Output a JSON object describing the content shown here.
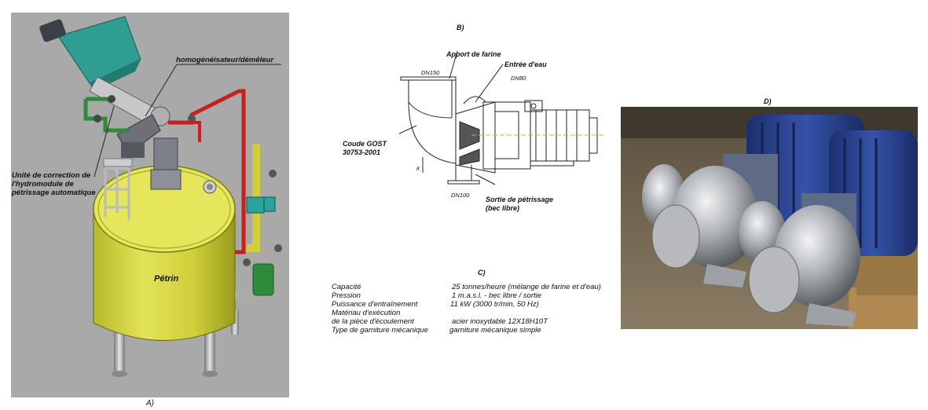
{
  "panel_a": {
    "caption": "A)",
    "label_homogenizer": "homogénéisateur/démêleur",
    "label_unit_line1": "Unité de correction de",
    "label_unit_line2": "l'hydromodule de",
    "label_unit_line3": "pétrissage automatique",
    "label_tank": "Pétrin"
  },
  "panel_b": {
    "caption": "B)",
    "label_flour": "Apport de farine",
    "label_water": "Entrée d'eau",
    "label_dn150": "DN150",
    "label_dn80": "DN80",
    "label_elbow_line1": "Coude GOST",
    "label_elbow_line2": "30753-2001",
    "label_dn100": "DN100",
    "label_outlet_line1": "Sortie de pétrissage",
    "label_outlet_line2": "(bec libre)",
    "label_dim": "К"
  },
  "panel_c": {
    "caption": "C)",
    "rows": [
      {
        "label": "Capacité",
        "value": "25 tonnes/heure (mélange de farine et d'eau)"
      },
      {
        "label": "Pression",
        "value": "1 m.a.s.l. - bec libre / sortie"
      },
      {
        "label": "Puissance d'entraînement",
        "value": "11 kW (3000 tr/min, 50 Hz)"
      },
      {
        "label": "Matériau d'exécution",
        "value": ""
      },
      {
        "label": "de la pièce d'écoulement",
        "value": "acier inoxydable 12X18H10T"
      },
      {
        "label": "Type de garniture mécanique",
        "value": "garniture mécanique simple"
      }
    ]
  },
  "panel_d": {
    "caption": "D)"
  },
  "colors": {
    "tank_yellow": "#d8d83a",
    "hopper_teal": "#2f9d92",
    "pipe_red": "#c82020",
    "pipe_green": "#2e8b3a",
    "motor_blue": "#27418a",
    "steel": "#c9cdd2"
  }
}
